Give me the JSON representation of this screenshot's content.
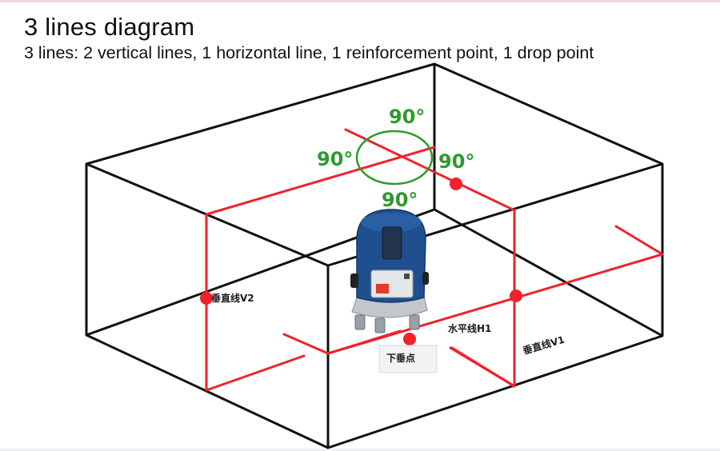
{
  "header": {
    "title": "3 lines diagram",
    "subtitle": "3 lines: 2 vertical lines, 1 horizontal line, 1 reinforcement point, 1 drop point"
  },
  "angles": {
    "top": "90°",
    "left": "90°",
    "right": "90°",
    "bottom": "90°"
  },
  "labels": {
    "vertical_v2": "垂直线V2",
    "vertical_v1": "垂直线V1",
    "horizontal_h1": "水平线H1",
    "drop_point": "下垂点"
  },
  "colors": {
    "laser": "#f0222c",
    "angle_text": "#2e9a2e",
    "box_lines": "#111111",
    "device_body": "#1f4f8f"
  }
}
